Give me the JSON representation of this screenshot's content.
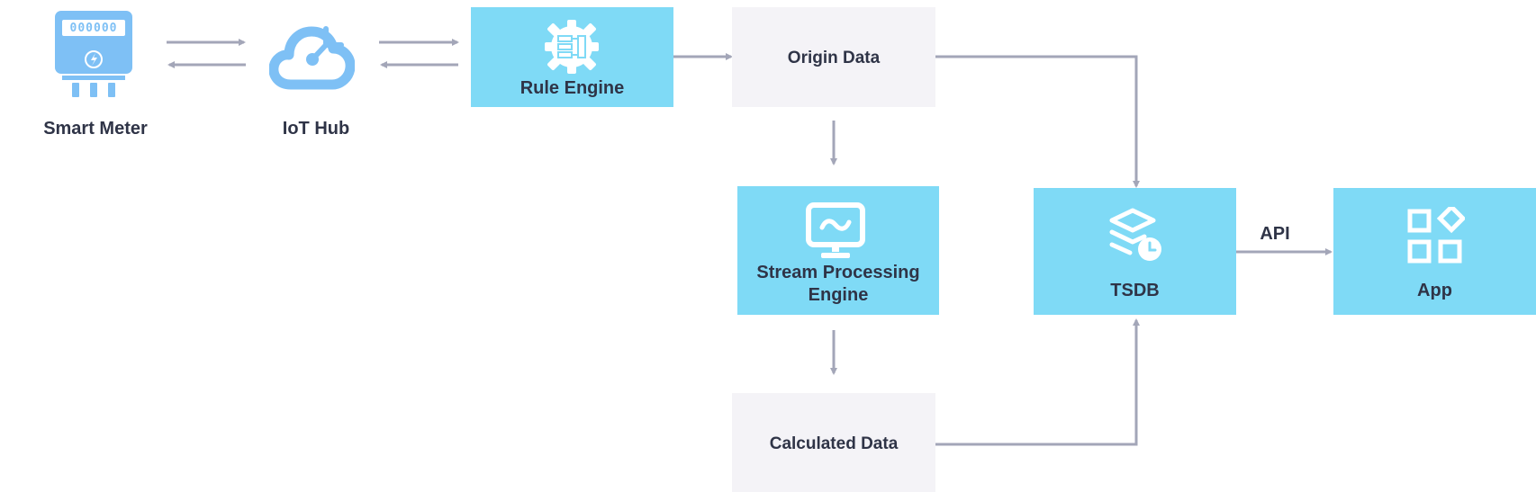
{
  "nodes": {
    "smart_meter": {
      "label": "Smart Meter",
      "digits": "000000"
    },
    "iot_hub": {
      "label": "IoT Hub"
    },
    "rule_engine": {
      "label": "Rule Engine"
    },
    "origin_data": {
      "label": "Origin Data"
    },
    "stream_engine": {
      "label_line1": "Stream Processing",
      "label_line2": "Engine"
    },
    "calculated_data": {
      "label": "Calculated Data"
    },
    "tsdb": {
      "label": "TSDB"
    },
    "app": {
      "label": "App"
    }
  },
  "edges": {
    "api_label": "API"
  },
  "colors": {
    "accent": "#7fdaf6",
    "node_grey": "#f4f3f7",
    "arrow": "#a3a6b8",
    "icon_blue": "#7ec0f5",
    "text": "#2f3447"
  },
  "icons": {
    "smart_meter": "smart-meter-icon",
    "iot_hub": "cloud-hub-icon",
    "rule_engine": "gear-rules-icon",
    "stream_engine": "monitor-wave-icon",
    "tsdb": "layers-clock-icon",
    "app": "app-grid-icon"
  }
}
